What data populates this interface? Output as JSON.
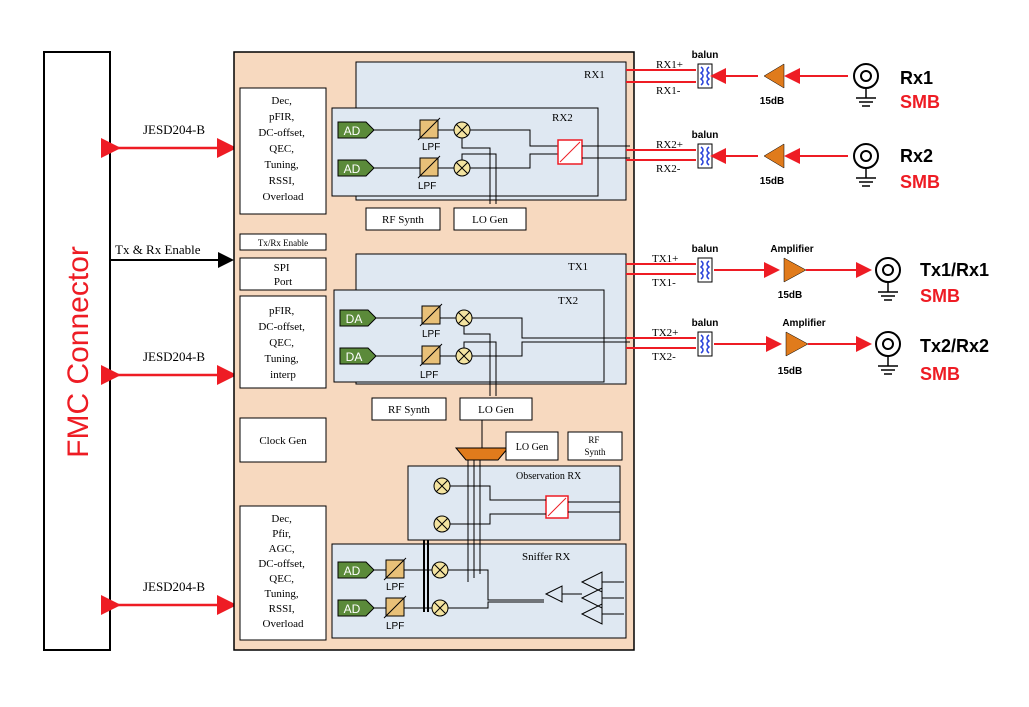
{
  "fmc": {
    "label": "FMC Connector"
  },
  "jesd": {
    "top": "JESD204-B",
    "mid": "JESD204-B",
    "bot": "JESD204-B"
  },
  "txrx_enable": "Tx & Rx Enable",
  "blocks": {
    "dec1": [
      "Dec,",
      "pFIR,",
      "DC-offset,",
      "QEC,",
      "Tuning,",
      "RSSI,",
      "Overload"
    ],
    "txrx_enable_small": "Tx/Rx Enable",
    "spi": [
      "SPI",
      "Port"
    ],
    "pfir": [
      "pFIR,",
      "DC-offset,",
      "QEC,",
      "Tuning,",
      "interp"
    ],
    "clock_gen": "Clock Gen",
    "dec2": [
      "Dec,",
      "Pfir,",
      "AGC,",
      "DC-offset,",
      "QEC,",
      "Tuning,",
      "RSSI,",
      "Overload"
    ],
    "rx1": "RX1",
    "rx2": "RX2",
    "tx1": "TX1",
    "tx2": "TX2",
    "obs_rx": "Observation RX",
    "sniffer_rx": "Sniffer RX",
    "ad": "AD",
    "da": "DA",
    "lpf": "LPF",
    "rf_synth": "RF Synth",
    "lo_gen": "LO Gen",
    "rf_synth_small": [
      "RF",
      "Synth"
    ]
  },
  "rf": {
    "rx1p": "RX1+",
    "rx1m": "RX1-",
    "rx2p": "RX2+",
    "rx2m": "RX2-",
    "tx1p": "TX1+",
    "tx1m": "TX1-",
    "tx2p": "TX2+",
    "tx2m": "TX2-",
    "balun": "balun",
    "gain": "15dB",
    "amplifier": "Amplifier"
  },
  "ports": [
    {
      "name": "Rx1",
      "type": "SMB"
    },
    {
      "name": "Rx2",
      "type": "SMB"
    },
    {
      "name": "Tx1/Rx1",
      "type": "SMB"
    },
    {
      "name": "Tx2/Rx2",
      "type": "SMB"
    }
  ],
  "colors": {
    "chip_bg": "#f7d9bf",
    "panel_bg": "#dfe8f2",
    "red": "#ee1c24",
    "green": "#5b8a3a",
    "orange": "#e07b1c",
    "balun_blue": "#2a43d9"
  }
}
